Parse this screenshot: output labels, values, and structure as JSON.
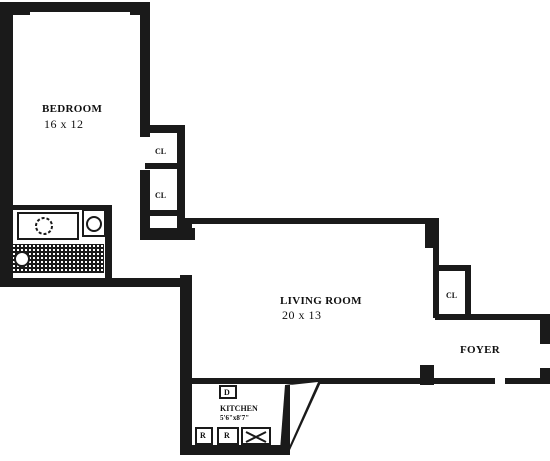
{
  "rooms": {
    "bedroom": {
      "name": "BEDROOM",
      "dims": "16 x 12"
    },
    "living": {
      "name": "LIVING ROOM",
      "dims": "20 x 13"
    },
    "foyer": {
      "name": "FOYER"
    },
    "kitchen": {
      "name": "KITCHEN",
      "sub": "5'6\"x8'7\""
    }
  },
  "closets": {
    "bedroom_upper": "CL",
    "bedroom_lower": "CL",
    "living": "CL"
  },
  "appliances": {
    "range": "R",
    "refrigerator": "R",
    "dishwasher": "D"
  },
  "colors": {
    "wall": "#1a1a1a",
    "paper": "#ffffff",
    "ink": "#111111"
  }
}
